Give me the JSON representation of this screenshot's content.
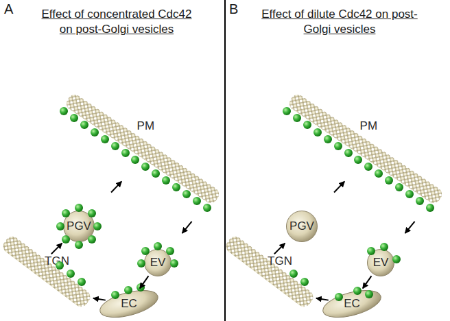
{
  "diagram": {
    "nodes": [
      {
        "text": [
          "PM"
        ]
      },
      {
        "text": [
          "TGN"
        ]
      },
      {
        "text": [
          "PGV"
        ]
      },
      {
        "text": [
          "EV"
        ]
      },
      {
        "text": [
          "EC"
        ]
      },
      {
        "text": [
          "PM"
        ]
      },
      {
        "text": [
          "TGN"
        ]
      },
      {
        "text": [
          "PGV"
        ]
      },
      {
        "text": [
          "EV"
        ]
      },
      {
        "text": [
          "EC"
        ]
      }
    ],
    "edges": [
      {
        "from": 1,
        "to": 2,
        "arrow": "to"
      },
      {
        "from": 2,
        "to": 0,
        "arrow": "to"
      },
      {
        "from": 0,
        "to": 3,
        "arrow": "to"
      },
      {
        "from": 3,
        "to": 4,
        "arrow": "to"
      },
      {
        "from": 4,
        "to": 1,
        "arrow": "to"
      },
      {
        "from": 6,
        "to": 7,
        "arrow": "to"
      },
      {
        "from": 7,
        "to": 5,
        "arrow": "to"
      },
      {
        "from": 5,
        "to": 8,
        "arrow": "to"
      },
      {
        "from": 8,
        "to": 9,
        "arrow": "to"
      },
      {
        "from": 9,
        "to": 6,
        "arrow": "to"
      }
    ],
    "labels": [
      "A",
      "Effect of concentrated Cdc42 on post-Golgi vesicles",
      "B",
      "Effect of dilute Cdc42 on post-Golgi vesicles"
    ]
  }
}
